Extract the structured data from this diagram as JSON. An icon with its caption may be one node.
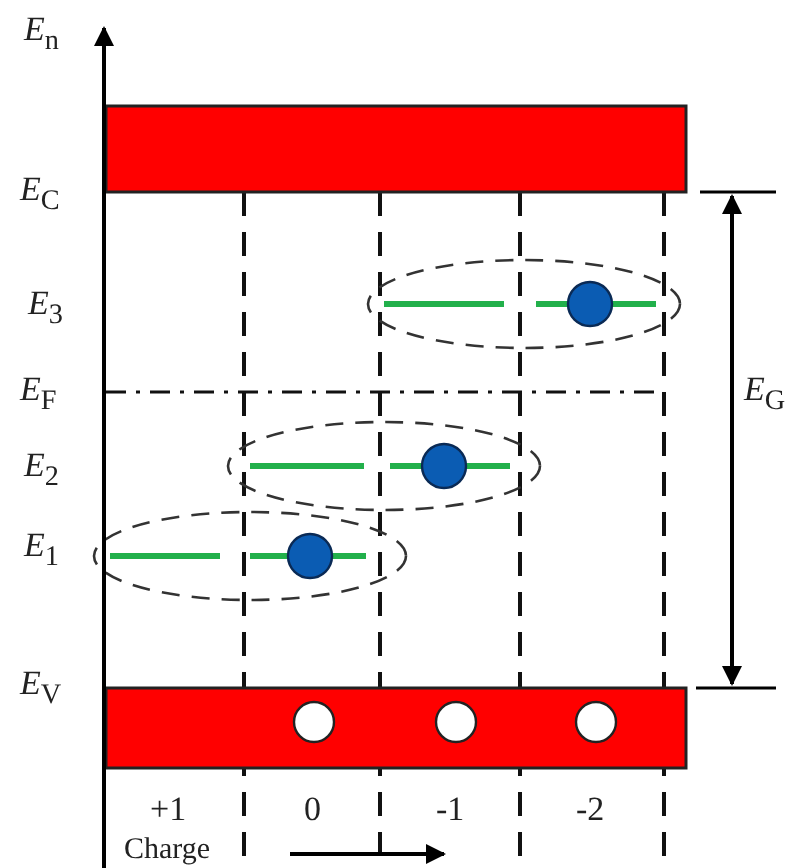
{
  "diagram": {
    "labels": [
      "*E*$_{n}$",
      "*E*$_{C}$",
      "*E*$_{3}$",
      "*E*$_{F}$",
      "*E*$_{2}$",
      "*E*$_{1}$",
      "*E*$_{V}$",
      "*E*$_{G}$",
      "+1",
      "0",
      "-1",
      "-2",
      "Charge"
    ]
  }
}
